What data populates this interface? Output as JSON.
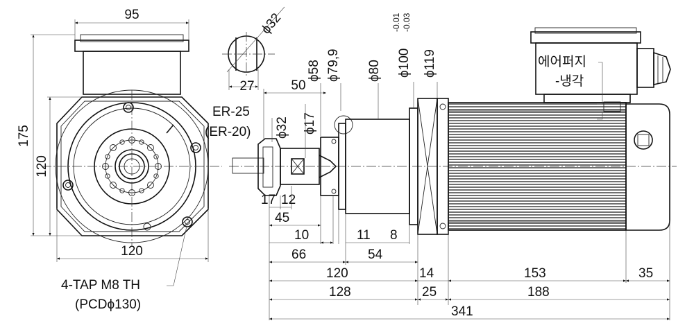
{
  "labels": {
    "d95": "95",
    "d175": "175",
    "d120v": "120",
    "d120h": "120",
    "tap_line1": "4-TAP M8 TH",
    "tap_line2": "(PCDϕ130)",
    "phi32_top": "ϕ32",
    "d27": "27",
    "d50": "50",
    "phi58": "ϕ58",
    "phi79": "ϕ79,9",
    "phi80": "ϕ80",
    "phi100": "ϕ100",
    "phi100_tol_upper": "-0.01",
    "phi100_tol_lower": "-0.03",
    "phi119": "ϕ119",
    "air_purge_1": "에어퍼지",
    "air_purge_2": "-냉각",
    "er25": "ER-25",
    "er20": "(ER-20)",
    "phi32_side": "ϕ32",
    "phi17": "ϕ17",
    "d17": "17",
    "d12": "12",
    "d45": "45",
    "d10": "10",
    "d11": "11",
    "d8": "8",
    "d66": "66",
    "d54": "54",
    "d120b": "120",
    "d14": "14",
    "d153": "153",
    "d35": "35",
    "d128": "128",
    "d25": "25",
    "d188": "188",
    "d341": "341"
  },
  "colors": {
    "line": "#111111",
    "background": "#ffffff"
  }
}
